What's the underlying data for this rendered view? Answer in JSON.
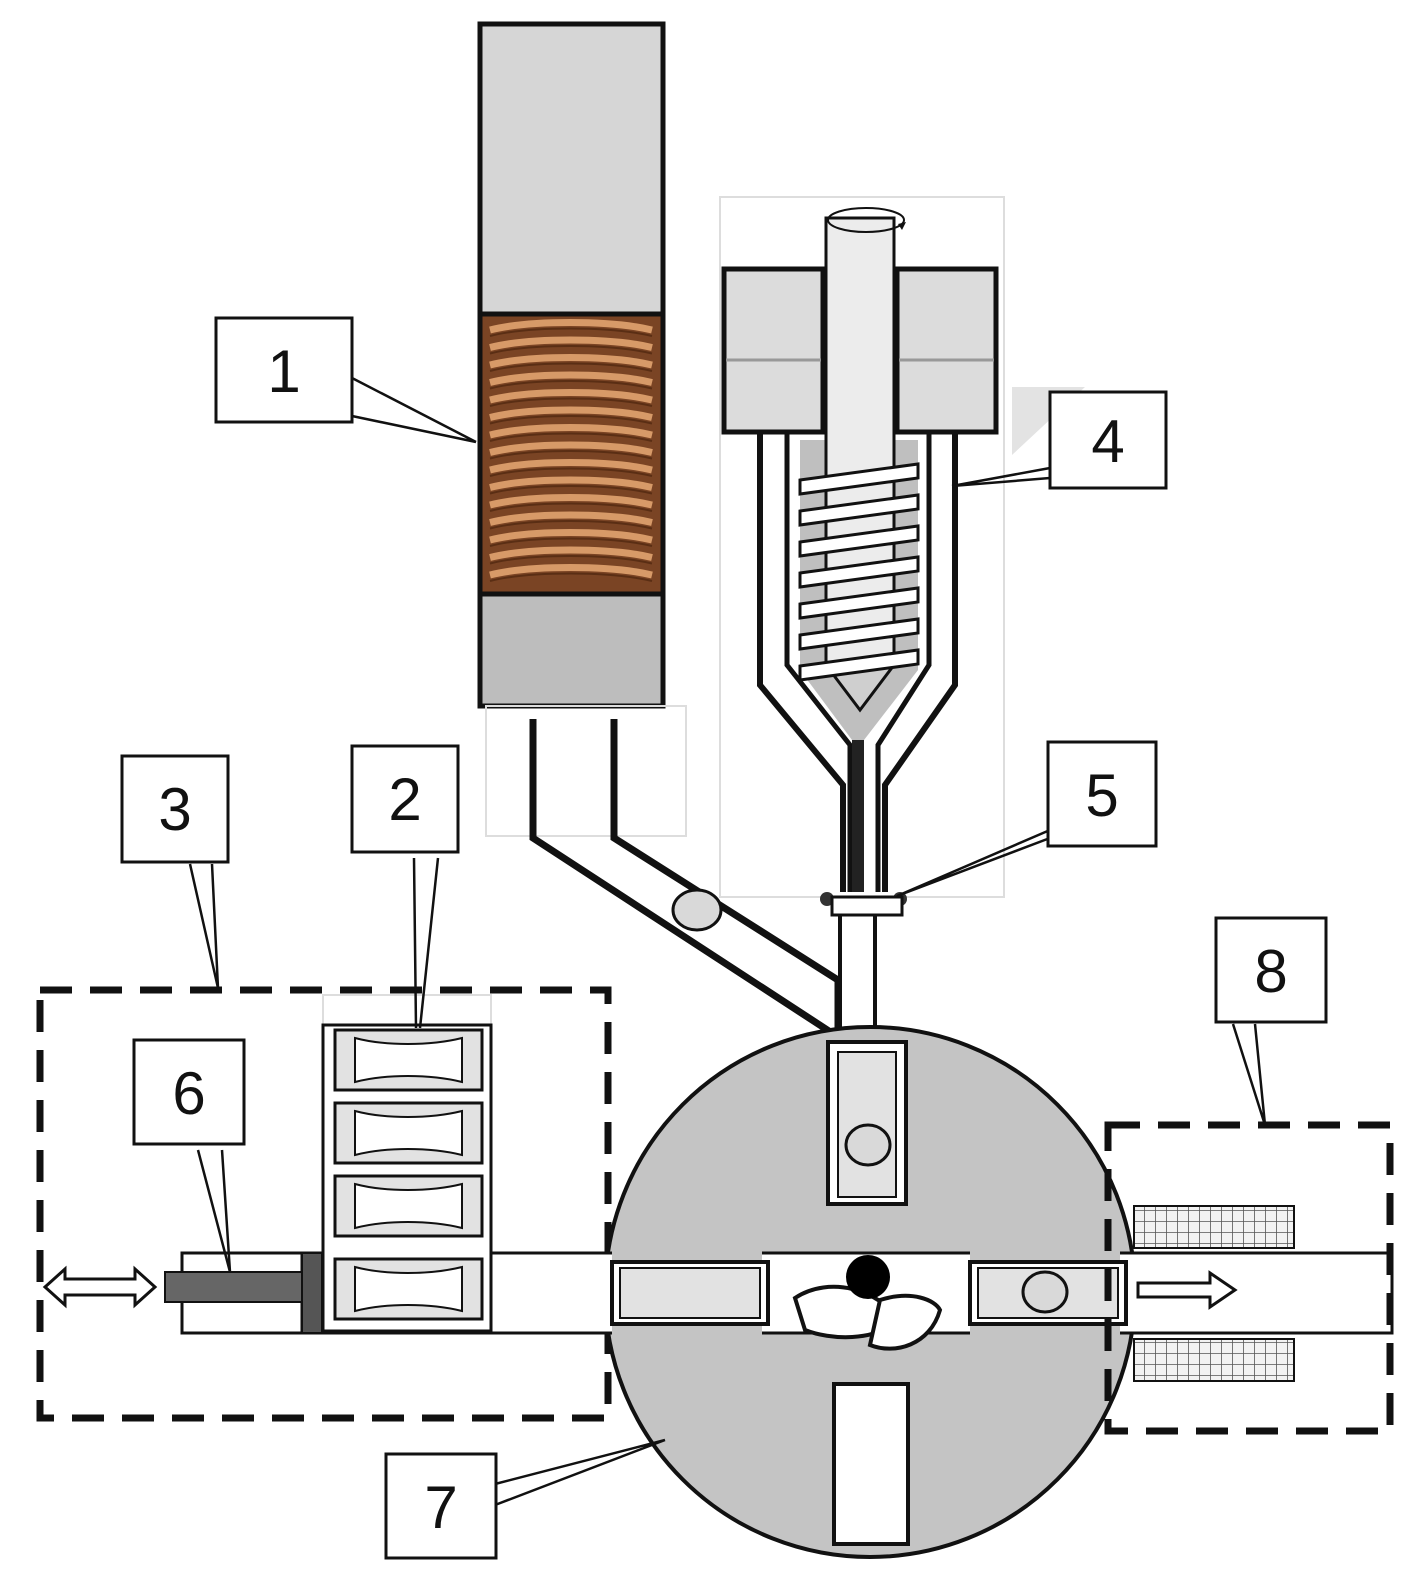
{
  "labels": {
    "l1": "1",
    "l2": "2",
    "l3": "3",
    "l4": "4",
    "l5": "5",
    "l6": "6",
    "l7": "7",
    "l8": "8"
  },
  "colors": {
    "outline": "#111111",
    "disc_fill": "#c4c4c4",
    "cylinder_top": "#d6d6d6",
    "cylinder_bottom": "#bdbdbd",
    "coil_copper": "#c98a5a",
    "coil_dark": "#6b3a1e",
    "slug_fill": "#e2e2e2",
    "ball_fill": "#d9d9d9",
    "heater_fill": "#d0d0d0",
    "rod_dark": "#666666"
  },
  "icons": {
    "rotation_indicator": "rotation-arrow-icon",
    "bidirectional_motion": "double-arrow-icon",
    "output_direction": "right-arrow-icon"
  }
}
